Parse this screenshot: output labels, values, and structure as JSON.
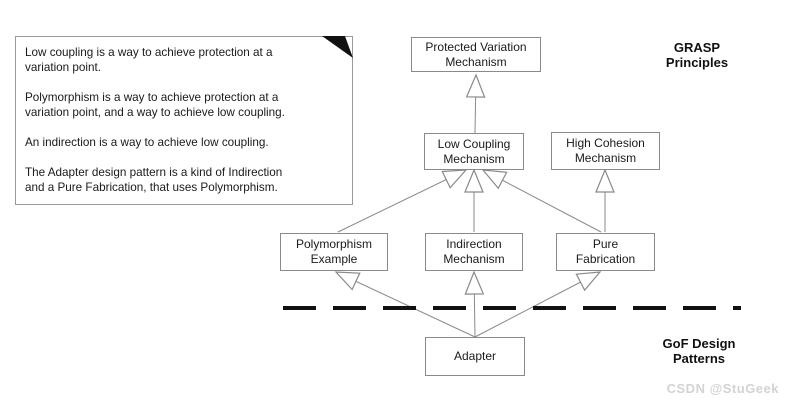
{
  "note": {
    "paragraphs": [
      "Low coupling is a way to achieve protection at a\nvariation point.",
      "Polymorphism is a way to achieve protection at a\nvariation point, and a way to achieve low coupling.",
      "An indirection is a way to achieve low coupling.",
      "The Adapter design pattern is a kind of Indirection\nand a Pure Fabrication, that uses Polymorphism."
    ]
  },
  "boxes": {
    "protected_variation": "Protected Variation\nMechanism",
    "low_coupling": "Low Coupling\nMechanism",
    "high_cohesion": "High Cohesion\nMechanism",
    "polymorphism": "Polymorphism\nExample",
    "indirection": "Indirection\nMechanism",
    "pure_fabrication": "Pure\nFabrication",
    "adapter": "Adapter"
  },
  "labels": {
    "grasp": "GRASP\nPrinciples",
    "gof": "GoF Design\nPatterns",
    "watermark": "CSDN @StuGeek"
  },
  "edges": [
    {
      "from": "Low Coupling Mechanism",
      "to": "Protected Variation Mechanism",
      "type": "generalization"
    },
    {
      "from": "Polymorphism Example",
      "to": "Low Coupling Mechanism",
      "type": "generalization"
    },
    {
      "from": "Indirection Mechanism",
      "to": "Low Coupling Mechanism",
      "type": "generalization"
    },
    {
      "from": "Pure Fabrication",
      "to": "Low Coupling Mechanism",
      "type": "generalization"
    },
    {
      "from": "Pure Fabrication",
      "to": "High Cohesion Mechanism",
      "type": "generalization"
    },
    {
      "from": "Adapter",
      "to": "Polymorphism Example",
      "type": "generalization"
    },
    {
      "from": "Adapter",
      "to": "Indirection Mechanism",
      "type": "generalization"
    },
    {
      "from": "Adapter",
      "to": "Pure Fabrication",
      "type": "generalization"
    }
  ],
  "colors": {
    "line": "#8a8a8a",
    "box_border": "#8a8a8a",
    "divider": "#111111",
    "fold": "#111111",
    "watermark": "#d3d3d3"
  }
}
